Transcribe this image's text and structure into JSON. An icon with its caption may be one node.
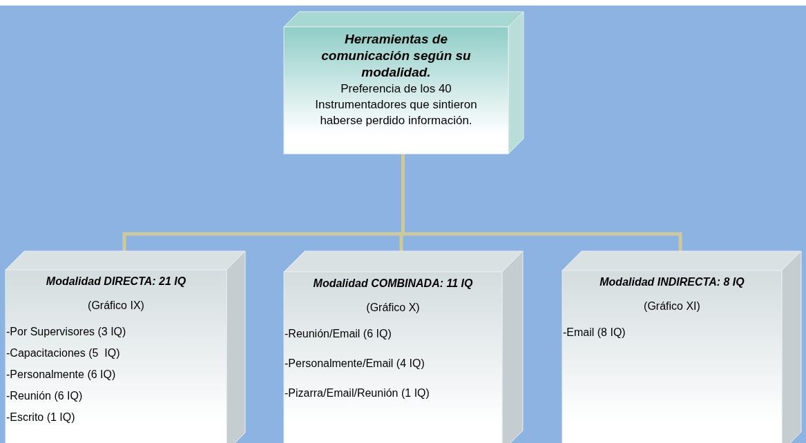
{
  "diagram": {
    "nodes": [
      {
        "text": [
          "Herramientas de comunicación según su modalidad.",
          "Preferencia de los 40 Instrumentadores que sintieron haberse perdido información."
        ]
      },
      {
        "text": [
          "Modalidad DIRECTA: 21 IQ",
          "(Gráfico IX)",
          "-Por Supervisores (3 IQ)",
          "-Capacitaciones (5  IQ)",
          "-Personalmente (6 IQ)",
          "-Reunión (6 IQ)",
          "-Escrito (1 IQ)"
        ]
      },
      {
        "text": [
          "Modalidad COMBINADA: 11 IQ",
          "(Gráfico X)",
          "-Reunión/Email (6 IQ)",
          "-Personalmente/Email (4 IQ)",
          "-Pizarra/Email/Reunión (1 IQ)"
        ]
      },
      {
        "text": [
          "Modalidad INDIRECTA: 8 IQ",
          "(Gráfico XI)",
          "-Email (8 IQ)"
        ]
      }
    ],
    "edges": [
      {
        "from": 0,
        "to": 1,
        "arrow": "none"
      },
      {
        "from": 0,
        "to": 2,
        "arrow": "none"
      },
      {
        "from": 0,
        "to": 3,
        "arrow": "none"
      }
    ]
  }
}
